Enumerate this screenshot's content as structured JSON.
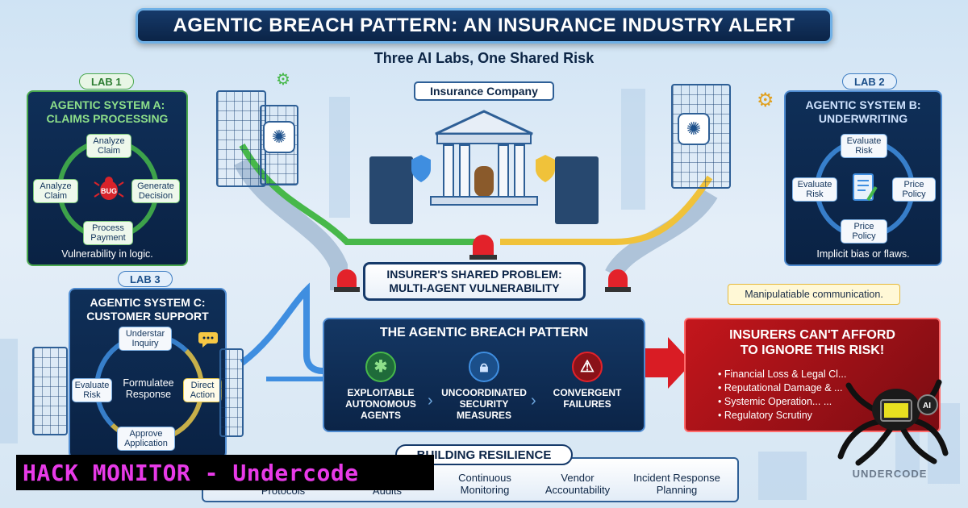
{
  "title": "AGENTIC BREACH PATTERN: AN INSURANCE INDUSTRY ALERT",
  "subtitle": "Three AI Labs, One Shared Risk",
  "labs": {
    "lab1": {
      "badge": "LAB 1",
      "title_line1": "AGENTIC SYSTEM A:",
      "title_line2": "CLAIMS PROCESSING",
      "nodes": [
        "Analyze Claim",
        "Analyze Claim",
        "Generate Decision",
        "Process Payment"
      ],
      "bug_label": "BUG",
      "footer": "Vulnerability in logic."
    },
    "lab2": {
      "badge": "LAB 2",
      "title_line1": "AGENTIC SYSTEM B:",
      "title_line2": "UNDERWRITING",
      "nodes": [
        "Evaluate Risk",
        "Evaluate Risk",
        "Price Policy",
        "Price Policy"
      ],
      "footer": "Implicit bias or flaws."
    },
    "lab3": {
      "badge": "LAB 3",
      "title_line1": "AGENTIC SYSTEM C:",
      "title_line2": "CUSTOMER SUPPORT",
      "nodes": [
        "Understar Inquiry",
        "Evaluate Risk",
        "Formulatee Response",
        "Direct Action",
        "Approve Application"
      ]
    }
  },
  "insurance_company": "Insurance Company",
  "problem": {
    "line1": "INSURER'S SHARED PROBLEM:",
    "line2": "MULTI-AGENT VULNERABILITY"
  },
  "manipulatable": "Manipulatiable communication.",
  "breach": {
    "title": "THE AGENTIC BREACH PATTERN",
    "items": [
      {
        "label": "EXPLOITABLE AUTONOMOUS AGENTS",
        "icon": "bug-icon"
      },
      {
        "label": "UNCOORDINATED SECURITY MEASURES",
        "icon": "lock-icon"
      },
      {
        "label": "CONVERGENT FAILURES",
        "icon": "warning-icon"
      }
    ]
  },
  "alert": {
    "title_line1": "INSURERS CAN'T AFFORD",
    "title_line2": "TO IGNORE THIS RISK!",
    "items": [
      "Financial Loss & Legal Cl...",
      "Reputational Damage & ...",
      "Systemic Operation... ...",
      "Regulatory Scrutiny"
    ]
  },
  "resilience": {
    "title": "BUILDING RESILIENCE",
    "items": [
      "Protocols",
      "Audits",
      "Continuous Monitoring",
      "Vendor Accountability",
      "Incident Response Planning"
    ]
  },
  "watermark": "HACK MONITOR - Undercode",
  "logo": "UNDERCODE",
  "colors": {
    "navy": "#0b2447",
    "green_accent": "#4aa84e",
    "blue_accent": "#4f8bd0",
    "alert_red": "#c4161c",
    "watermark_magenta": "#e83ae8"
  }
}
